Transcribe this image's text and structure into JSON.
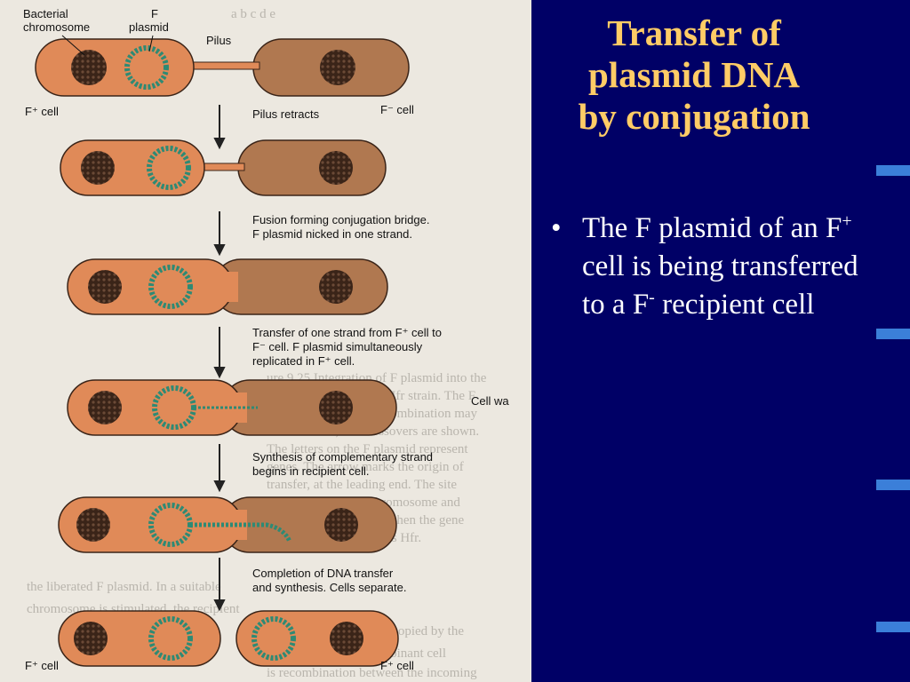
{
  "slide": {
    "title_lines": [
      "Transfer of",
      "plasmid DNA",
      "by conjugation"
    ],
    "bullet": {
      "marker": "•",
      "t1": "The F plasmid of an F",
      "sup1": "+",
      "t2": " cell is being transferred to a F",
      "sup2": "-",
      "t3": " recipient cell"
    }
  },
  "figure": {
    "labels": {
      "bacterial_chromosome": [
        "Bacterial",
        "chromosome"
      ],
      "f_plasmid": [
        "F",
        "plasmid"
      ],
      "pilus": "Pilus",
      "f_plus_cell": "F⁺ cell",
      "f_minus_cell": "F⁻ cell",
      "cell_wall": "Cell wa"
    },
    "steps": [
      [
        "Pilus retracts"
      ],
      [
        "Fusion forming conjugation bridge.",
        "F plasmid nicked in one strand."
      ],
      [
        "Transfer of one strand from F⁺ cell to",
        "F⁻ cell. F plasmid simultaneously",
        "replicated in F⁺ cell."
      ],
      [
        "Synthesis of complementary strand",
        "begins in recipient cell."
      ],
      [
        "Completion of DNA transfer",
        "and synthesis. Cells separate."
      ]
    ],
    "colors": {
      "cell_fill": "#e08a58",
      "recipient_fill": "#b07850",
      "plasmid": "#2e8a74",
      "chromosome": "#3a2418"
    }
  }
}
